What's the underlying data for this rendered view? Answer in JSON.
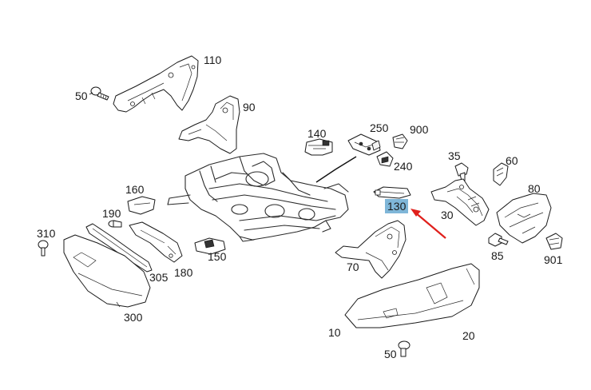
{
  "diagram": {
    "callouts": {
      "c110": "110",
      "c50a": "50",
      "c90": "90",
      "c140": "140",
      "c250": "250",
      "c900": "900",
      "c240": "240",
      "c35": "35",
      "c60": "60",
      "c80": "80",
      "c30": "30",
      "c130": "130",
      "c160": "160",
      "c190": "190",
      "c310": "310",
      "c305": "305",
      "c180": "180",
      "c150": "150",
      "c70": "70",
      "c85": "85",
      "c901": "901",
      "c300": "300",
      "c10": "10",
      "c20": "20",
      "c50b": "50"
    },
    "selected_callout": "130",
    "colors": {
      "highlight": "#7fb6d8",
      "arrow": "#e0201c",
      "line": "#1a1a1a"
    }
  }
}
